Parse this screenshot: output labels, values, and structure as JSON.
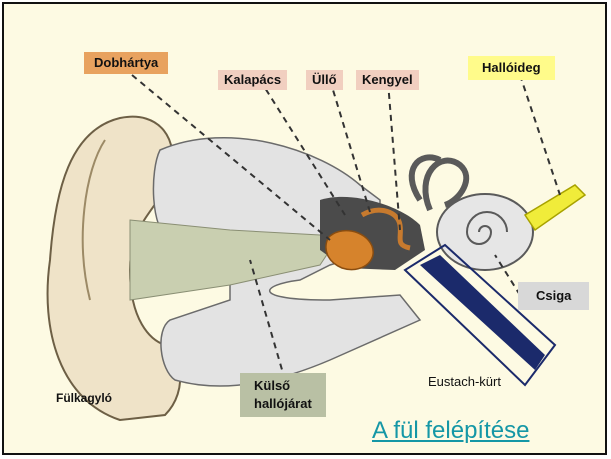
{
  "labels": {
    "dobhartya": "Dobhártya",
    "kalapacs": "Kalapács",
    "ullo": "Üllő",
    "kengyel": "Kengyel",
    "halloideg": "Hallóideg",
    "csiga": "Csiga",
    "fulkagylo": "Fülkagyló",
    "kulso_line1": "Külső",
    "kulso_line2": "hallójárat",
    "eustach": "Eustach-kürt"
  },
  "title_link": "A fül felépítése",
  "colors": {
    "background": "#fdfae3",
    "dobhartya_box": "#e8a25f",
    "ossicle_box": "#f1cfc0",
    "halloideg_box": "#fffb8a",
    "csiga_box": "#d8d8d8",
    "kulso_box": "#b9c0a4",
    "title_link": "#1597a6",
    "eardrum": "#d6832c",
    "nerve": "#f0ec3a",
    "eustachian_tube": "#1b2a6b"
  }
}
